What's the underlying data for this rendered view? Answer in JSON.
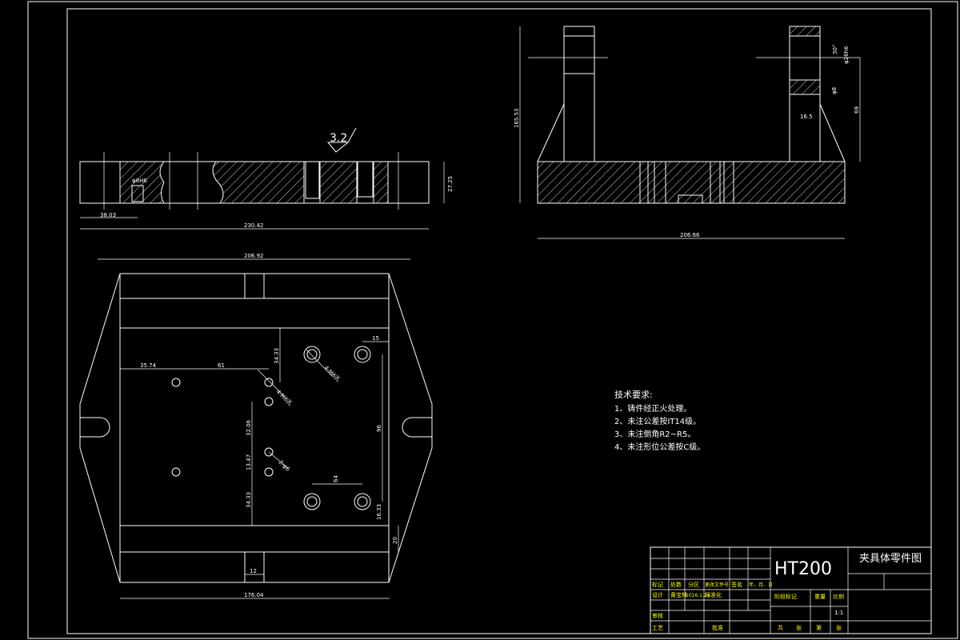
{
  "views": {
    "front": {
      "roughness": "3.2",
      "hole_label": "φ8H6",
      "dims": {
        "left_offset": "38.03",
        "total_length": "230.42",
        "height": "27.25"
      }
    },
    "side": {
      "dims": {
        "total_height": "165.53",
        "width": "206.66",
        "upper_height": "69",
        "detail_width": "16.5",
        "detail_hole": "φ8",
        "detail_angle": "30°",
        "detail_dia": "φ26h6"
      }
    },
    "top": {
      "dims": {
        "top_width": "206.92",
        "bottom_width": "176.04",
        "d1": "35.74",
        "d2": "61",
        "d3": "34.33",
        "d4": "15",
        "d5": "32.06",
        "d6": "13.47",
        "d7": "34.33",
        "d8": "96",
        "d9": "16.33",
        "d10": "20",
        "d11": "12",
        "d12": "64",
        "hole1": "4-M6孔",
        "hole2": "4-M6孔",
        "hole3": "2-φ6"
      }
    }
  },
  "notes": {
    "title": "技术要求:",
    "items": [
      "1、铸件经正火处理。",
      "2、未注公差按IT14级。",
      "3、未注倒角R2~R5。",
      "4、未注形位公差按C级。"
    ]
  },
  "title_block": {
    "material": "HT200",
    "drawing_name": "夹具体零件图",
    "row_labels": [
      "标记",
      "处数",
      "分区",
      "更改文件号",
      "签名",
      "年、月、日"
    ],
    "designer_label": "设计",
    "designer_name": "黄宝林",
    "date": "2016.1.24",
    "standardize": "标准化",
    "review": "审核",
    "process": "工艺",
    "approve": "批准",
    "stage_label": "阶段标记",
    "weight_label": "重量",
    "scale_label": "比例",
    "scale": "1:1",
    "sheets": [
      "共",
      "张",
      "第",
      "张"
    ]
  }
}
